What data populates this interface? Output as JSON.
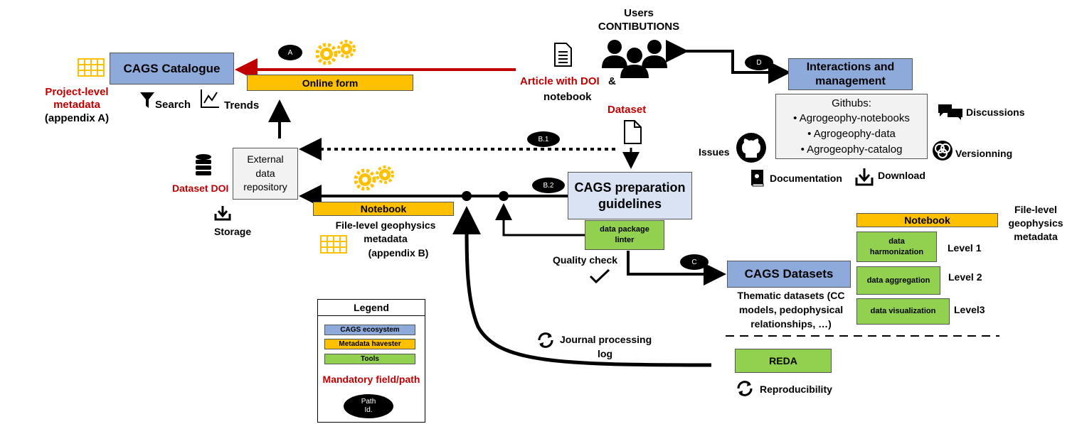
{
  "users": {
    "line1": "Users",
    "line2": "CONTIBUTIONS"
  },
  "catalogue": {
    "title": "CAGS Catalogue",
    "metadata_line1": "Project-level",
    "metadata_line2": "metadata",
    "appendix": "(appendix A)",
    "search": "Search",
    "trends": "Trends"
  },
  "online_form": "Online form",
  "article": {
    "red": "Article with DOI",
    "amp": "&",
    "notebook": "notebook"
  },
  "dataset_label": "Dataset",
  "paths": {
    "a": "A",
    "b1": "B.1",
    "b2": "B.2",
    "c": "C",
    "d": "D"
  },
  "interactions": {
    "title": "Interactions and management"
  },
  "githubs": {
    "title": "Githubs:",
    "items": [
      "Agrogeophy-notebooks",
      "Agrogeophy-data",
      "Agrogeophy-catalog"
    ]
  },
  "side_labels": {
    "discussions": "Discussions",
    "versionning": "Versionning",
    "issues": "Issues",
    "documentation": "Documentation",
    "download": "Download"
  },
  "repository": {
    "line1": "External",
    "line2": "data",
    "line3": "repository",
    "dataset_doi": "Dataset DOI",
    "storage": "Storage"
  },
  "notebook_main": "Notebook",
  "file_level_left": {
    "line1": "File-level geophysics",
    "line2": "metadata",
    "line3": "(appendix B)"
  },
  "prep": {
    "title": "CAGS preparation guidelines"
  },
  "linter": {
    "line1": "data package",
    "line2": "linter",
    "quality": "Quality check"
  },
  "datasets": {
    "title": "CAGS Datasets",
    "desc1": "Thematic datasets (CC",
    "desc2": "models, pedophysical",
    "desc3": "relationships, …)"
  },
  "notebook_right": "Notebook",
  "file_level_right": {
    "line1": "File-level",
    "line2": "geophysics",
    "line3": "metadata"
  },
  "levels": [
    {
      "box1": "data",
      "box2": "harmonization",
      "label": "Level 1"
    },
    {
      "box1": "data aggregation",
      "box2": "",
      "label": "Level 2"
    },
    {
      "box1": "data visualization",
      "box2": "",
      "label": "Level3"
    }
  ],
  "journal": {
    "line1": "Journal processing",
    "line2": "log"
  },
  "reda": {
    "title": "REDA",
    "repro": "Reproducibility"
  },
  "legend": {
    "title": "Legend",
    "ecosystem": "CAGS ecosystem",
    "harvester": "Metadata havester",
    "tools": "Tools",
    "mandatory": "Mandatory field/path",
    "path_id1": "Path",
    "path_id2": "Id."
  },
  "colors": {
    "ecosystem": "#8eaadb",
    "prep": "#dae3f3",
    "harvester": "#ffc000",
    "tools": "#92d050",
    "mandatory": "#c00000",
    "gears": "#ffc000"
  }
}
